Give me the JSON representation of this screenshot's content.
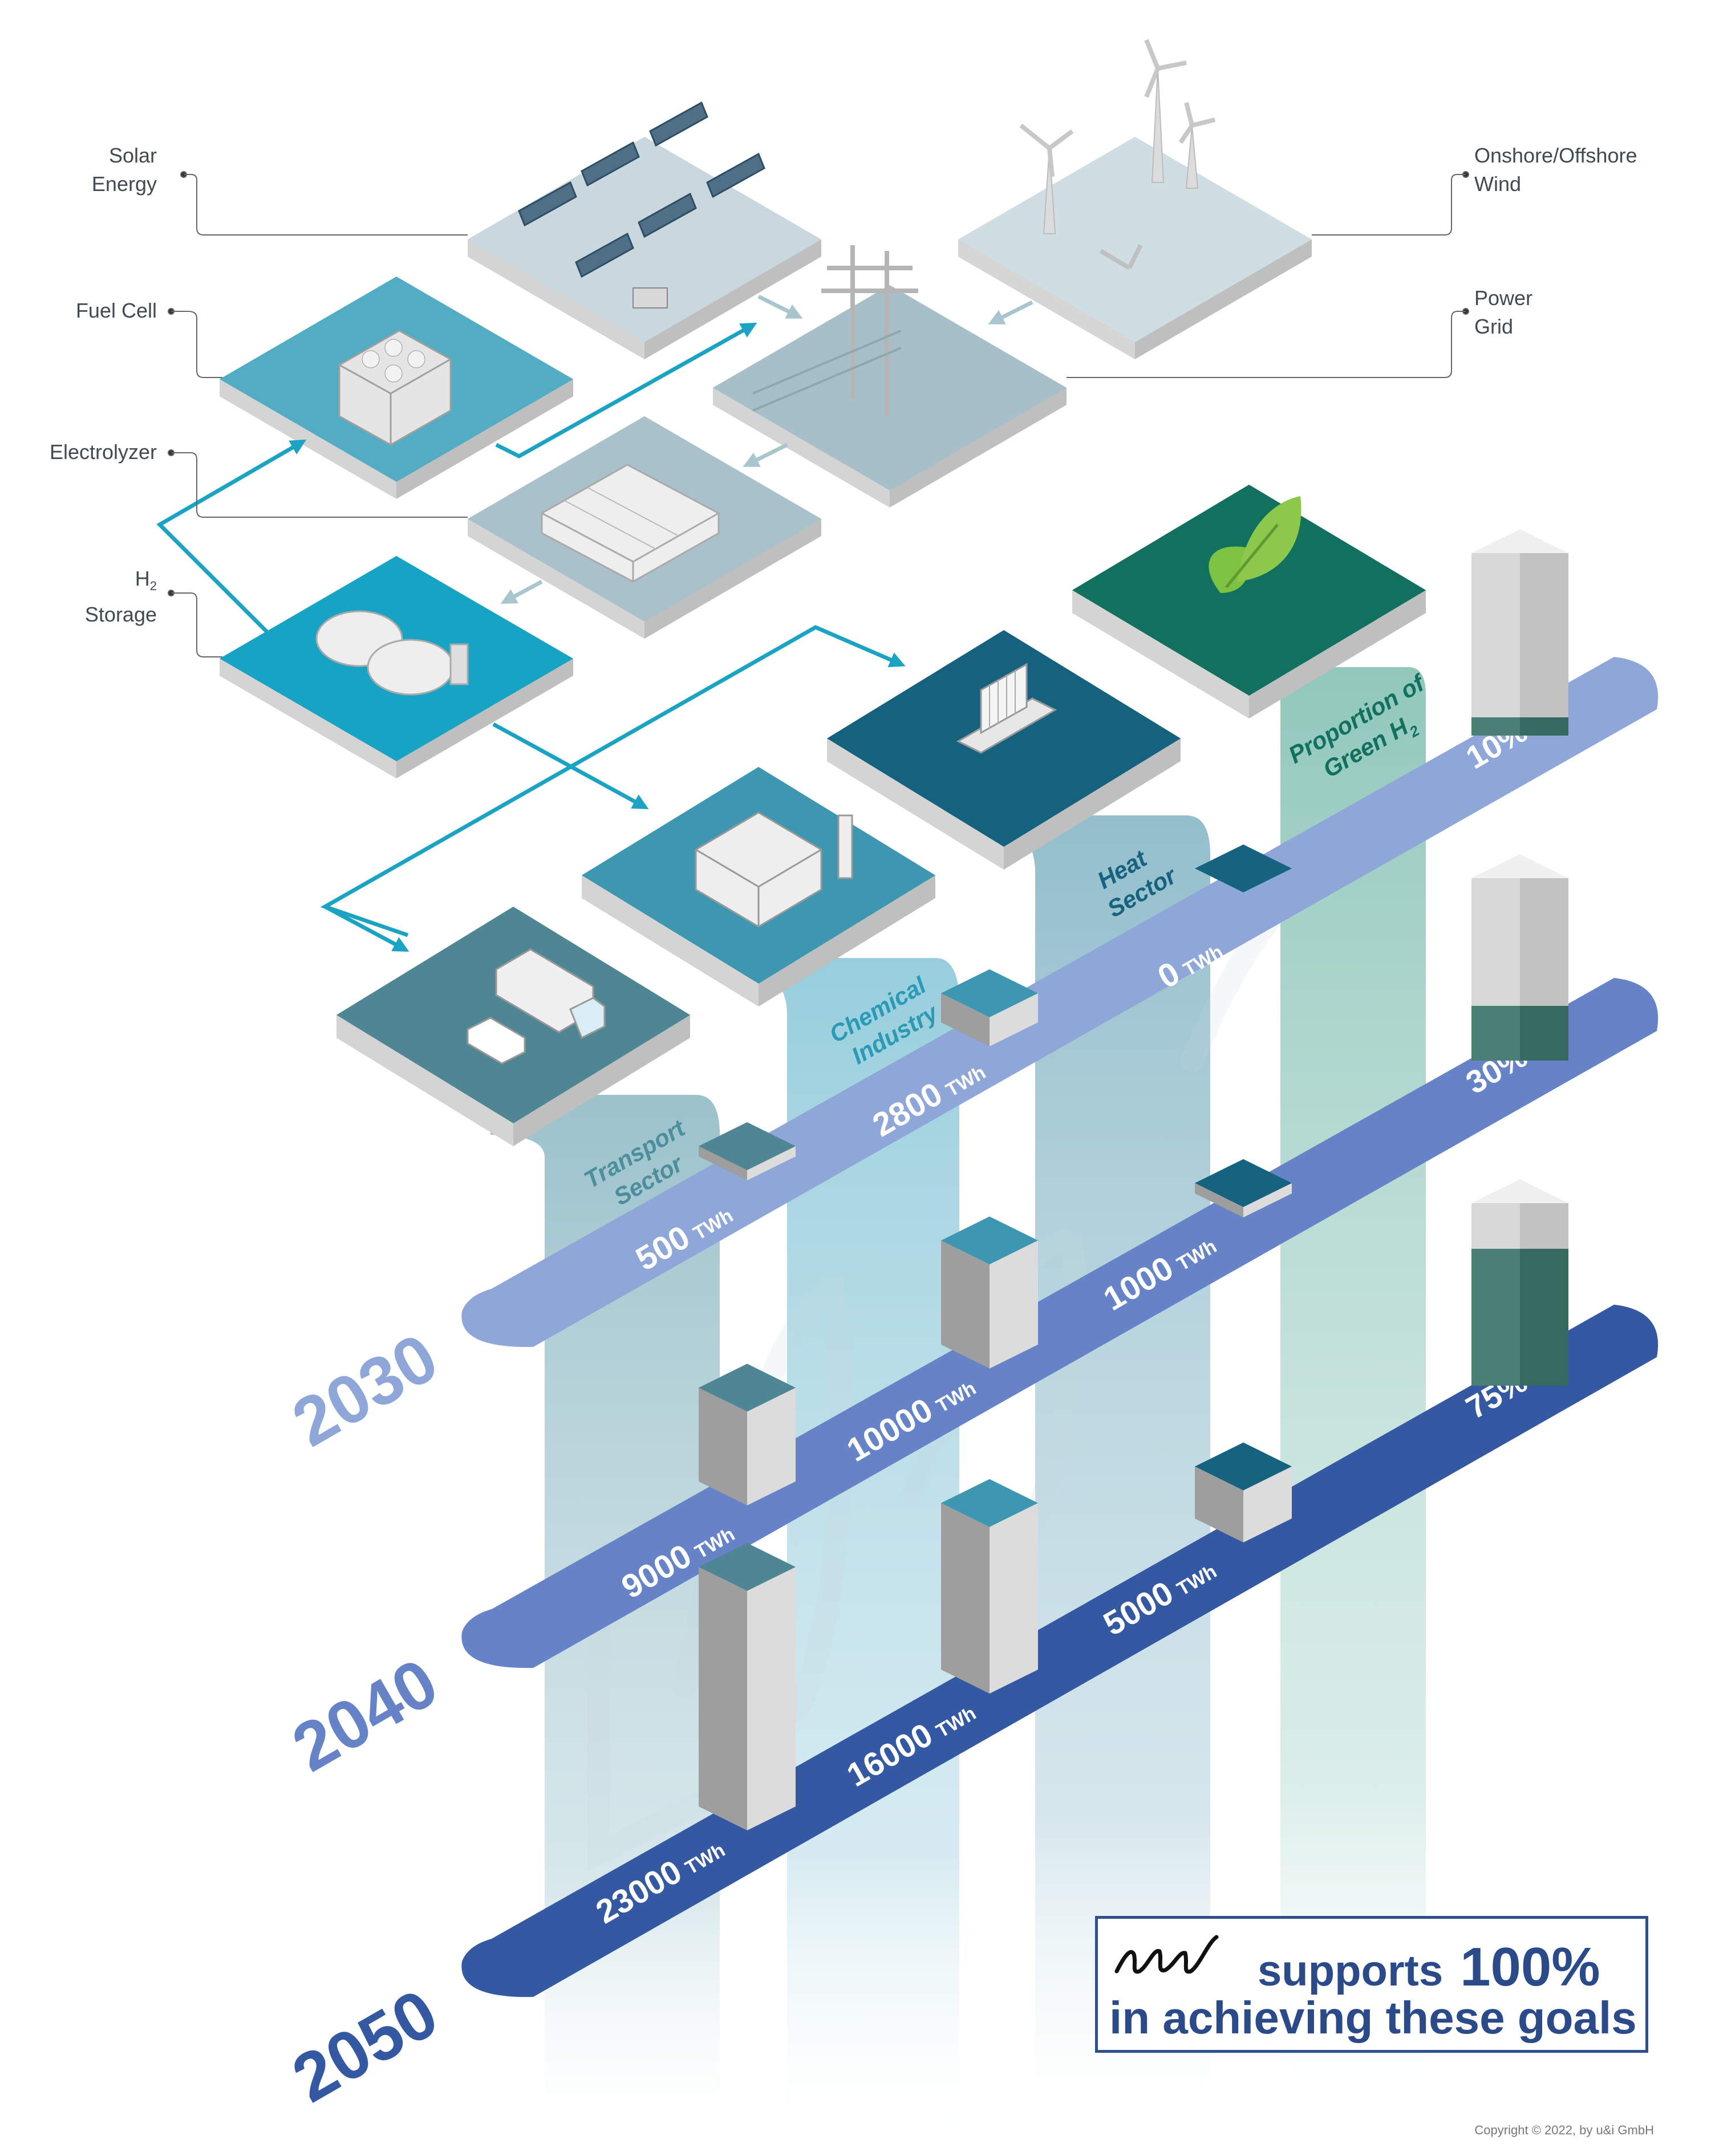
{
  "labels": {
    "solar": [
      "Solar",
      "Energy"
    ],
    "fuel_cell": "Fuel Cell",
    "electrolyzer": "Electrolyzer",
    "h2_storage": [
      "H",
      "2",
      "Storage"
    ],
    "wind": [
      "Onshore/Offshore",
      "Wind"
    ],
    "grid": [
      "Power",
      "Grid"
    ]
  },
  "columns": {
    "transport": [
      "Transport",
      "Sector"
    ],
    "chemical": [
      "Chemical",
      "Industry"
    ],
    "heat": [
      "Heat",
      "Sector"
    ],
    "green": [
      "Proportion of",
      "Green H",
      "2"
    ]
  },
  "years": [
    "2030",
    "2040",
    "2050"
  ],
  "unit": "TWh",
  "chart_data": {
    "type": "bar",
    "categories": [
      "Transport Sector",
      "Chemical Industry",
      "Heat Sector"
    ],
    "series": [
      {
        "name": "2030",
        "values": [
          500,
          2800,
          0
        ]
      },
      {
        "name": "2040",
        "values": [
          9000,
          10000,
          1000
        ]
      },
      {
        "name": "2050",
        "values": [
          23000,
          16000,
          5000
        ]
      }
    ],
    "green_share": [
      {
        "year": "2030",
        "value": 10,
        "label": "10%"
      },
      {
        "year": "2040",
        "value": 30,
        "label": "30%"
      },
      {
        "year": "2050",
        "value": 75,
        "label": "75%"
      }
    ],
    "value_labels": {
      "2030": [
        "500",
        "2800",
        "0"
      ],
      "2040": [
        "9000",
        "10000",
        "1000"
      ],
      "2050": [
        "23000",
        "16000",
        "5000"
      ]
    }
  },
  "callout": {
    "line1": "supports",
    "percent": "100%",
    "line2": "in achieving these goals"
  },
  "copyright": "Copyright © 2022, by u&i GmbH",
  "colors": {
    "band2030": "#8ea7d8",
    "band2040": "#6583c6",
    "band2050": "#3558a2",
    "transport": "#4f8694",
    "chemical": "#3d97b0",
    "heat": "#16637f",
    "green": "#12705f",
    "text_blue": "#2a4a8a"
  }
}
